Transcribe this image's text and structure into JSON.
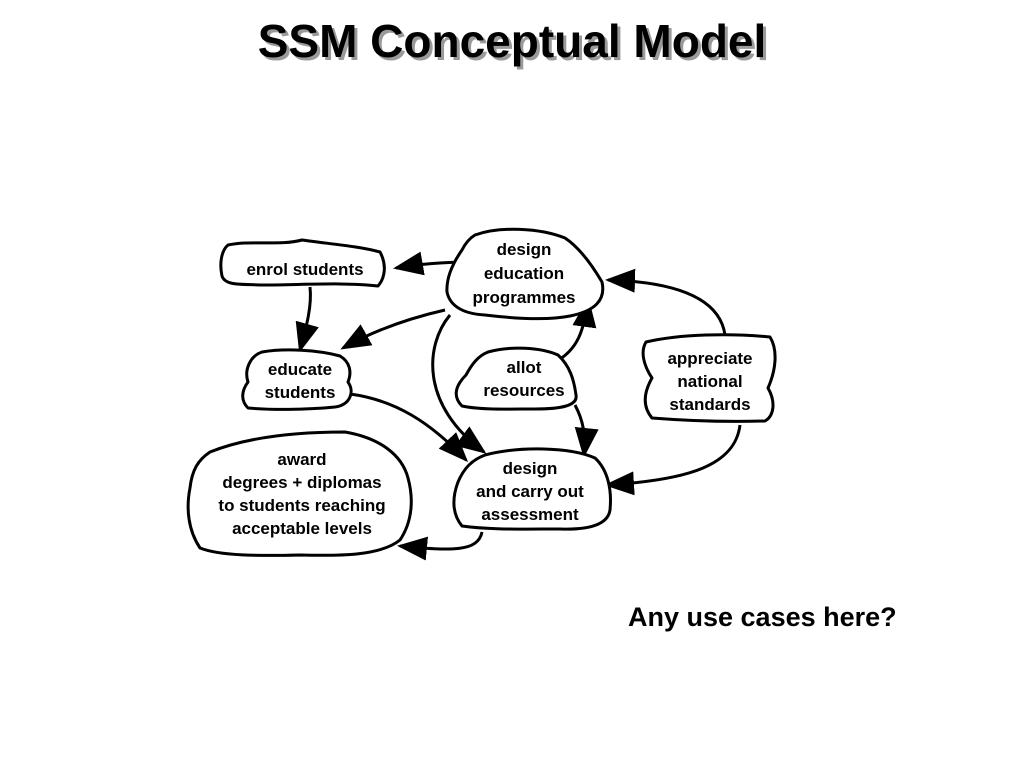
{
  "title": "SSM Conceptual Model",
  "question": "Any use cases here?",
  "nodes": {
    "enrol": [
      "enrol students"
    ],
    "design_edu": [
      "design",
      "education",
      "programmes"
    ],
    "educate": [
      "educate",
      "students"
    ],
    "allot": [
      "allot",
      "resources"
    ],
    "appreciate": [
      "appreciate",
      "national",
      "standards"
    ],
    "award": [
      "award",
      "degrees + diplomas",
      "to students reaching",
      "acceptable levels"
    ],
    "assessment": [
      "design",
      "and carry out",
      "assessment"
    ]
  }
}
